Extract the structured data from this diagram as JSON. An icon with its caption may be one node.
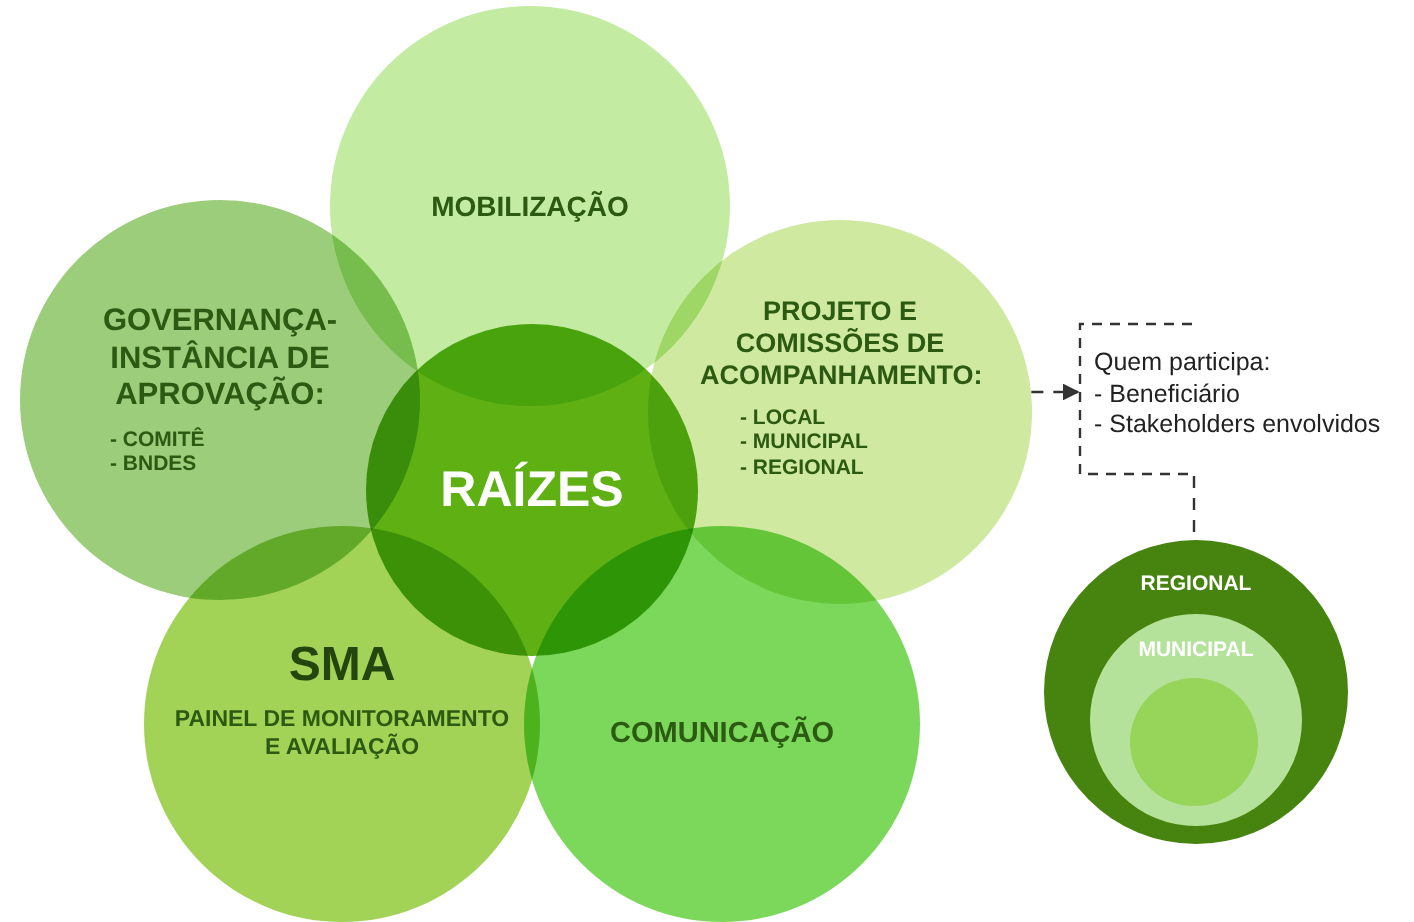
{
  "diagram": {
    "nodes": [
      {
        "text": [
          "MOBILIZAÇÃO"
        ]
      },
      {
        "text": [
          "GOVERNANÇA- INSTÂNCIA DE APROVAÇÃO:",
          "- COMITÊ",
          "- BNDES"
        ]
      },
      {
        "text": [
          "PROJETO E COMISSÕES DE ACOMPANHAMENTO:",
          "- LOCAL",
          "- MUNICIPAL",
          "- REGIONAL"
        ]
      },
      {
        "text": [
          "RAÍZES"
        ]
      },
      {
        "text": [
          "SMA",
          "PAINEL DE MONITORAMENTO E AVALIAÇÃO"
        ]
      },
      {
        "text": [
          "COMUNICAÇÃO"
        ]
      },
      {
        "text": [
          "Quem participa:",
          "- Beneficiário",
          "- Stakeholders envolvidos"
        ]
      },
      {
        "text": [
          "REGIONAL"
        ]
      },
      {
        "text": [
          "MUNICIPAL"
        ],
        "in": 7
      },
      {
        "text": [],
        "shape": "circle",
        "in": 8
      }
    ],
    "edges": [
      {
        "from": 2,
        "to": 6,
        "arrow": "to",
        "style": "dashed"
      },
      {
        "from": 6,
        "to": 7,
        "arrow": "none",
        "style": "dashed"
      }
    ]
  }
}
